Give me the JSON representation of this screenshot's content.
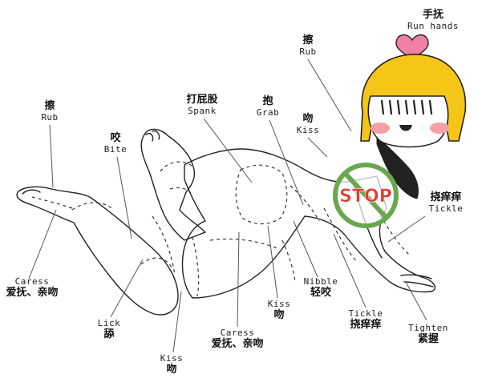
{
  "labels": {
    "run_hands": {
      "cn": "手抚",
      "en": "Run hands"
    },
    "rub_top": {
      "cn": "擦",
      "en": "Rub"
    },
    "rub_left": {
      "cn": "擦",
      "en": "Rub"
    },
    "spank": {
      "cn": "打屁股",
      "en": "Spank"
    },
    "grab": {
      "cn": "抱",
      "en": "Grab"
    },
    "kiss_top": {
      "cn": "吻",
      "en": "Kiss"
    },
    "bite": {
      "cn": "咬",
      "en": "Bite"
    },
    "tickle_right": {
      "cn": "挠痒痒",
      "en": "Tickle"
    },
    "caress_left": {
      "en": "Caress",
      "cn": "爱抚、亲吻"
    },
    "lick": {
      "en": "Lick",
      "cn": "舔"
    },
    "caress_bottom": {
      "en": "Caress",
      "cn": "爱抚、亲吻"
    },
    "kiss_bottom": {
      "en": "Kiss",
      "cn": "吻"
    },
    "kiss_mid": {
      "en": "Kiss",
      "cn": "吻"
    },
    "nibble": {
      "en": "Nibble",
      "cn": "轻咬"
    },
    "tickle_bottom": {
      "en": "Tickle",
      "cn": "挠痒痒"
    },
    "tighten": {
      "en": "Tighten",
      "cn": "紧握"
    }
  },
  "stop_sign": {
    "text": "STOP",
    "color": "#e23b2e",
    "ring_color": "#6aa84f"
  },
  "colors": {
    "hair": "#f5c518",
    "heart": "#f27fa4",
    "outline": "#222222",
    "cheek": "#f4a0a8"
  }
}
